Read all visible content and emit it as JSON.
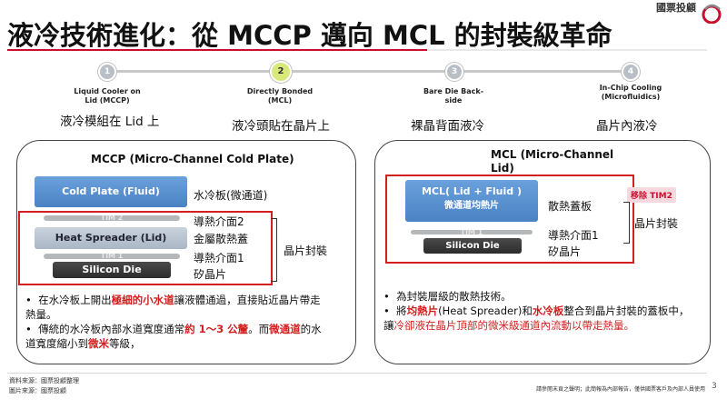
{
  "header": {
    "title": "液冷技術進化：從 MCCP 邁向 MCL 的封裝級革命",
    "brand": "國票投顧",
    "logo_icon": "brand-swirl-logo",
    "accent_color": "#c8102e"
  },
  "timeline": {
    "steps": [
      {
        "num": "1",
        "label": "Liquid Cooler on Lid (MCCP)",
        "zh": "液冷模組在 Lid 上"
      },
      {
        "num": "2",
        "label": "Directly Bonded (MCL)",
        "zh": "液冷頭貼在晶片上"
      },
      {
        "num": "3",
        "label": "Bare Die Back-side",
        "zh": "裸晶背面液冷"
      },
      {
        "num": "4",
        "label": "In-Chip Cooling (Microfluidics)",
        "zh": "晶片內液冷"
      }
    ],
    "active_step": 2
  },
  "mccp": {
    "title": "MCCP (Micro-Channel Cold Plate)",
    "layers": {
      "cold_plate": "Cold Plate (Fluid)",
      "tim2": "TIM 2",
      "spreader": "Heat Spreader (Lid)",
      "tim1": "TIM 1",
      "die": "Silicon Die"
    },
    "labels": {
      "cold_plate": "水冷板(微通道)",
      "tim2": "導熱介面2",
      "spreader": "金屬散熱蓋",
      "tim1": "導熱介面1",
      "die": "矽晶片",
      "package": "晶片封裝"
    },
    "bullets": {
      "b1_pre": "在水冷板上開出",
      "b1_hl": "極細的小水道",
      "b1_post": "讓液體通過，直接貼近晶片帶走熱量。",
      "b2_pre": "傳統的水冷板內部水道寬度通常",
      "b2_hl": "約 1～3 公釐",
      "b2_mid": "。而",
      "b2_hl2": "微通道",
      "b2_mid2": "的水道寬度縮小到",
      "b2_hl3": "微米",
      "b2_post": "等級，"
    }
  },
  "mcl": {
    "title": "MCL (Micro-Channel Lid)",
    "layers": {
      "lid_line1": "MCL( Lid + Fluid )",
      "lid_line2": "微通道均熱片",
      "tim1": "TIM 1",
      "die": "Silicon Die"
    },
    "labels": {
      "lid": "散熱蓋板",
      "remove_tag": "移除 TIM2",
      "package": "晶片封裝",
      "tim1": "導熱介面1",
      "die": "矽晶片"
    },
    "bullets": {
      "b1": "為封裝層級的散熱技術。",
      "b2_pre": "將",
      "b2_hl": "均熱片",
      "b2_mid": "(Heat Spreader)和",
      "b2_hl2": "水冷板",
      "b2_mid2": "整合到晶片封裝的蓋板中，讓",
      "b2_red": "冷卻液在晶片頂部的微米級通道內流動以帶走熱量。"
    }
  },
  "footer": {
    "source1": "資料來源：國票投顧整理",
    "source2": "圖片來源：國票投顧",
    "disclaimer": "請參閱末頁之聲明；此簡報為內部報告，僅供國票客戶及內部人員使用",
    "page": "3"
  }
}
